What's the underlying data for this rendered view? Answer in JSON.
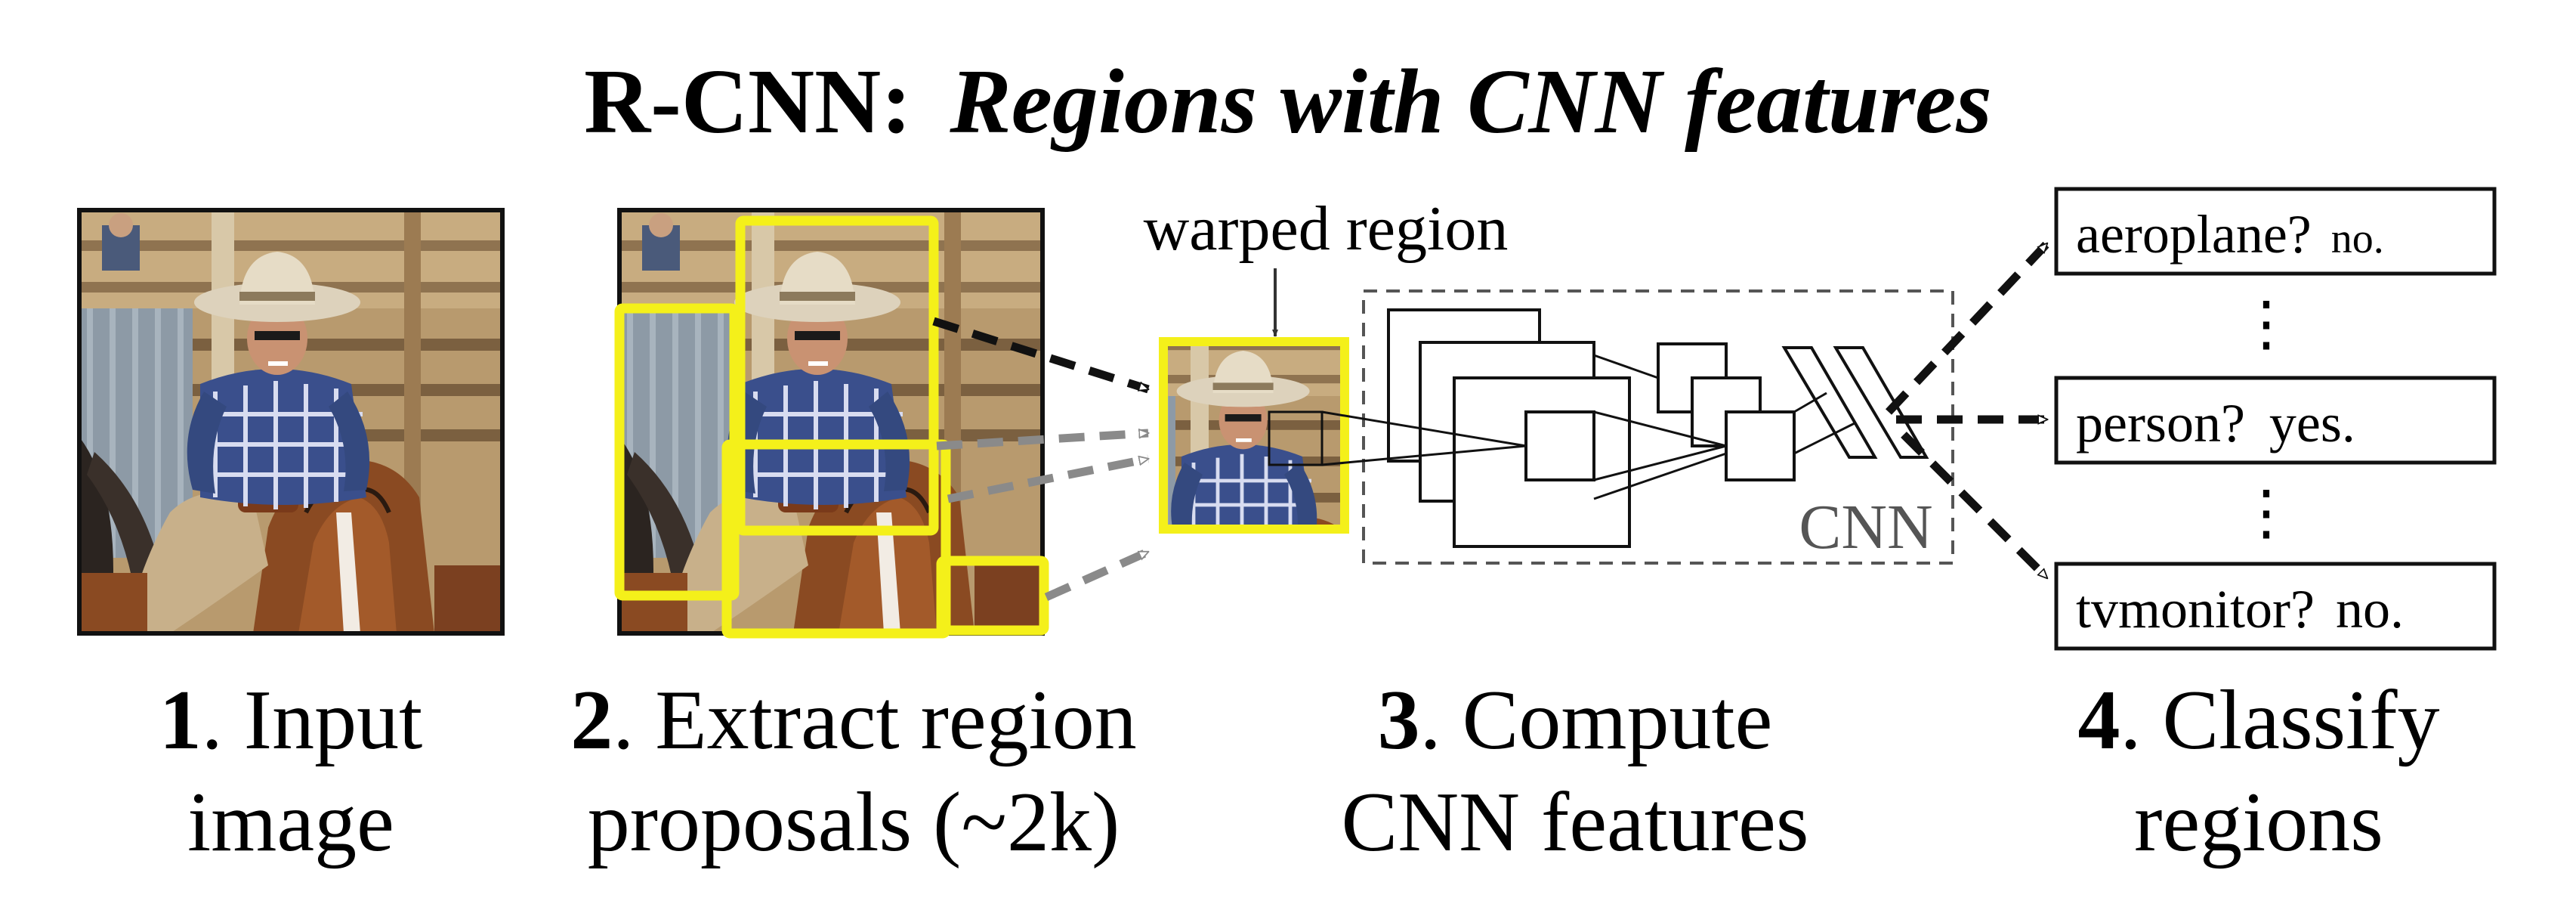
{
  "title": {
    "prefix": "R-CNN:",
    "emphasis": "Regions with CNN features"
  },
  "warped_region_label": "warped region",
  "cnn_label": "CNN",
  "steps": [
    {
      "number": "1",
      "line1": ". Input",
      "line2": "image"
    },
    {
      "number": "2",
      "line1": ". Extract region",
      "line2": "proposals (~2k)"
    },
    {
      "number": "3",
      "line1": ". Compute",
      "line2": "CNN features"
    },
    {
      "number": "4",
      "line1": ". Classify",
      "line2": "regions"
    }
  ],
  "classes": [
    {
      "name": "aeroplane?",
      "answer": "no."
    },
    {
      "name": "person?",
      "answer": "yes."
    },
    {
      "name": "tvmonitor?",
      "answer": "no."
    }
  ],
  "ellipsis": "⋮",
  "colors": {
    "proposal_box": "#f4f01a",
    "arrow_strong": "#111111",
    "arrow_faded": "#8a8a8a",
    "cnn_border": "#555555"
  }
}
